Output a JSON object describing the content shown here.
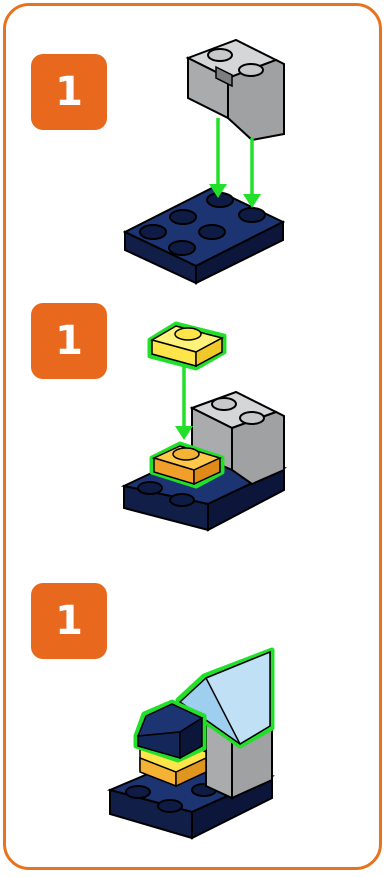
{
  "steps": [
    {
      "quantity_label": "1"
    },
    {
      "quantity_label": "1"
    },
    {
      "quantity_label": "1"
    }
  ],
  "colors": {
    "frame": "#e8731e",
    "badge": "#e8691e",
    "navy": "#13275a",
    "gray": "#b5b7b8",
    "yellow": "#ffe44a",
    "orange": "#f5b335",
    "light_blue": "#9ecfef",
    "highlight": "#22e02a"
  }
}
